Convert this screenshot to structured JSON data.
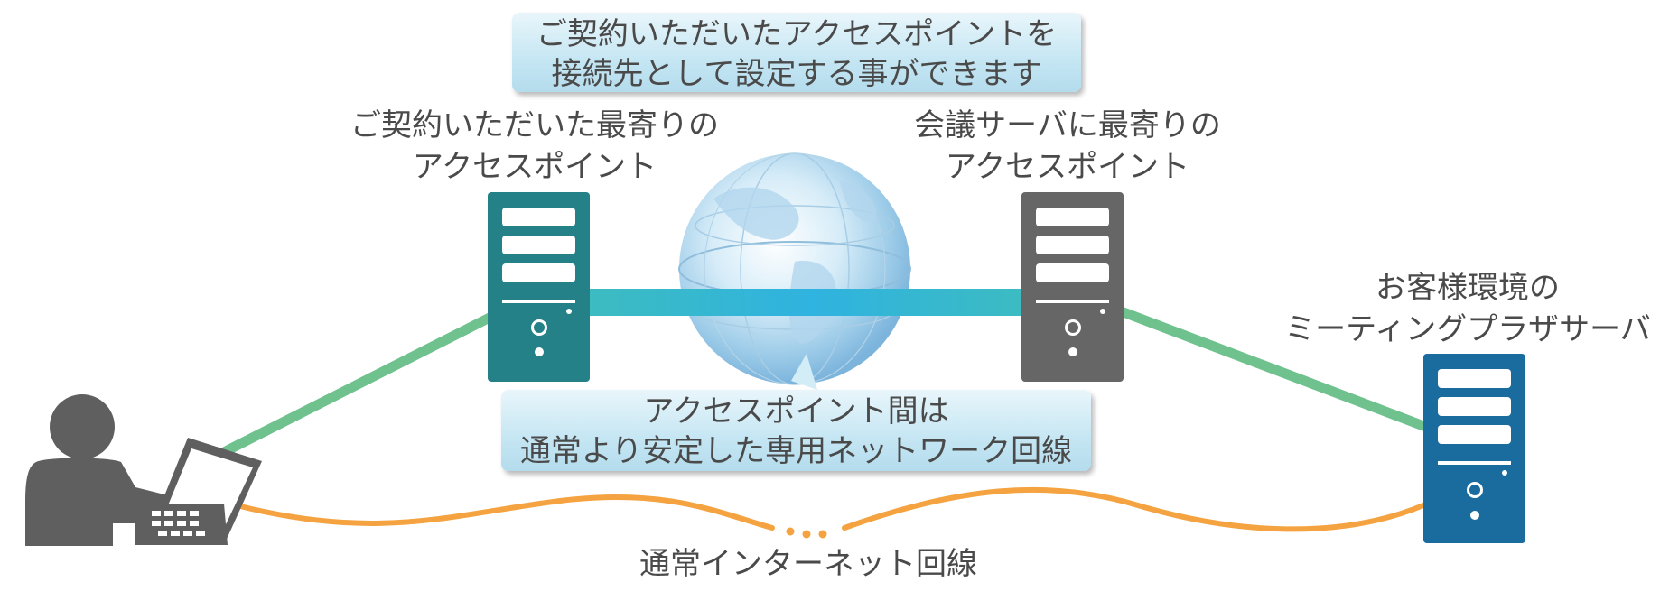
{
  "callout_top": {
    "line1": "ご契約いただいたアクセスポイントを",
    "line2": "接続先として設定する事ができます"
  },
  "callout_bottom": {
    "line1": "アクセスポイント間は",
    "line2": "通常より安定した専用ネットワーク回線"
  },
  "left_access_point": {
    "line1": "ご契約いただいた最寄りの",
    "line2": "アクセスポイント",
    "color": "#248188"
  },
  "right_access_point": {
    "line1": "会議サーバに最寄りの",
    "line2": "アクセスポイント",
    "color": "#666666"
  },
  "meeting_server": {
    "line1": "お客様環境の",
    "line2": "ミーティングプラザサーバ",
    "color": "#1a6b9e"
  },
  "internet_line": {
    "label": "通常インターネット回線",
    "color": "#f4a340"
  },
  "access_line_color": "#6fc18e",
  "dedicated_line_color": "#3cb8d6",
  "user_color": "#5f5f5f"
}
